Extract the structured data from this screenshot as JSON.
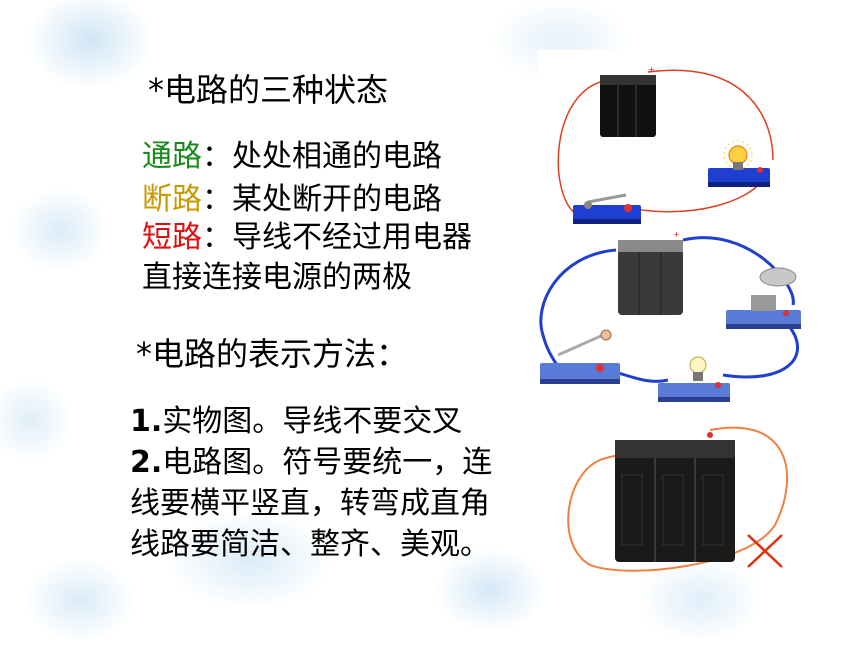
{
  "slide": {
    "heading1": "*电路的三种状态",
    "open_path_term": "通路",
    "open_path_desc": "：处处相通的电路",
    "broken_path_term": "断路",
    "broken_path_desc": "：某处断开的电路",
    "short_path_term": "短路",
    "short_path_desc": "：导线不经过用电器",
    "short_path_desc2": "直接连接电源的两极",
    "heading2": "*电路的表示方法：",
    "item1_num": "1.",
    "item1_text": "实物图。导线不要交叉",
    "item2_num": "2.",
    "item2_text": "电路图。符号要统一，连",
    "item2_line2": "线要横平竖直，转弯成直角",
    "item2_line3": "线路要简洁、整齐、美观。"
  },
  "colors": {
    "open_path": "#1a8a1a",
    "broken_path": "#c79a00",
    "short_path": "#e01010",
    "wire_red": "#e04020",
    "wire_blue": "#1f3fd0",
    "wire_orange": "#f08040",
    "cross_mark": "#e03010"
  },
  "icons": [
    "battery-icon",
    "bulb-icon",
    "switch-icon",
    "bell-icon",
    "cross-mark-icon"
  ]
}
